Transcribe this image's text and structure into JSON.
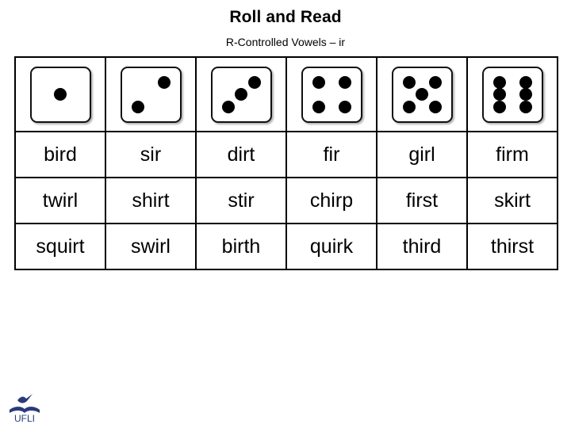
{
  "header": {
    "title": "Roll and Read",
    "subtitle": "R-Controlled Vowels – ir"
  },
  "colors": {
    "text": "#000000",
    "border": "#000000",
    "die_face": "#ffffff",
    "pip": "#000000",
    "logo_navy": "#2a3a7c",
    "background": "#ffffff"
  },
  "table": {
    "columns": 6,
    "dice_row": [
      {
        "name": "die-1",
        "value": 1,
        "pips": [
          "p-c"
        ]
      },
      {
        "name": "die-2",
        "value": 2,
        "pips": [
          "p-tr",
          "p-bl"
        ]
      },
      {
        "name": "die-3",
        "value": 3,
        "pips": [
          "p-tr",
          "p-d3",
          "p-bl"
        ]
      },
      {
        "name": "die-4",
        "value": 4,
        "pips": [
          "p-tl",
          "p-tr",
          "p-bl",
          "p-br"
        ]
      },
      {
        "name": "die-5",
        "value": 5,
        "pips": [
          "p-tl",
          "p-tr",
          "p-c",
          "p-bl",
          "p-br"
        ]
      },
      {
        "name": "die-6",
        "value": 6,
        "pips": [
          "p-tl",
          "p-tr",
          "p-ml",
          "p-mr",
          "p-bl",
          "p-br"
        ]
      }
    ],
    "word_rows": [
      [
        "bird",
        "sir",
        "dirt",
        "fir",
        "girl",
        "firm"
      ],
      [
        "twirl",
        "shirt",
        "stir",
        "chirp",
        "first",
        "skirt"
      ],
      [
        "squirt",
        "swirl",
        "birth",
        "quirk",
        "third",
        "thirst"
      ]
    ]
  },
  "logo": {
    "text": "UFLI",
    "icon": "open-book-with-bird-icon"
  }
}
